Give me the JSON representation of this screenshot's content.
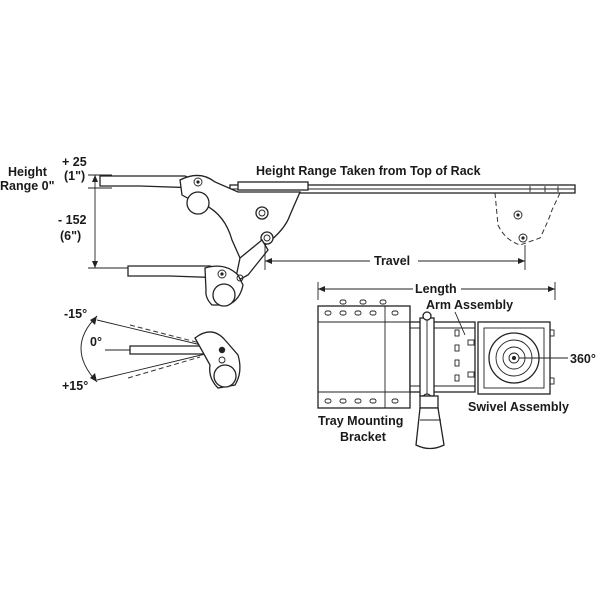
{
  "labels": {
    "height_range_title": "Height",
    "height_range_title2": "Range 0\"",
    "plus25": "+ 25",
    "plus25_in": "(1\")",
    "minus152": "- 152",
    "minus152_in": "(6\")",
    "height_note": "Height Range Taken from Top of Rack",
    "travel": "Travel",
    "minus15": "-15°",
    "zero_deg": "0°",
    "plus15": "+15°",
    "length": "Length",
    "arm_assembly": "Arm Assembly",
    "deg360": "360°",
    "swivel_assembly": "Swivel Assembly",
    "tray_mounting": "Tray Mounting",
    "bracket": "Bracket"
  }
}
